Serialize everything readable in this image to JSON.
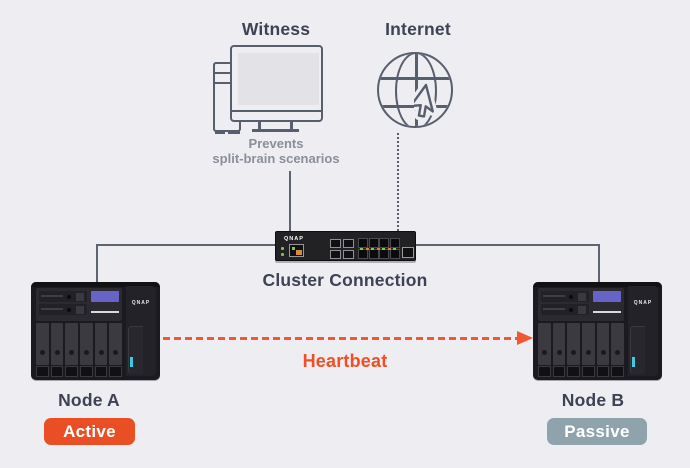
{
  "diagram": {
    "witness": {
      "label": "Witness",
      "caption_line1": "Prevents",
      "caption_line2": "split-brain scenarios"
    },
    "internet": {
      "label": "Internet"
    },
    "cluster": {
      "label": "Cluster Connection",
      "switch_brand": "QNAP"
    },
    "heartbeat": {
      "label": "Heartbeat"
    },
    "node_a": {
      "label": "Node A",
      "status": "Active",
      "device_brand": "QNAP"
    },
    "node_b": {
      "label": "Node B",
      "status": "Passive",
      "device_brand": "QNAP"
    },
    "colors": {
      "background": "#EDEDF2",
      "text_dark": "#3D4354",
      "text_muted": "#8B8F9A",
      "line": "#5C6372",
      "stroke": "#575E6D",
      "accent_orange": "#E94E24",
      "heartbeat_orange": "#F0582F",
      "passive_gray": "#8FA3AD",
      "lcd_purple": "#6764C8",
      "led_cyan": "#3BCBDC",
      "led_green": "#7FC850",
      "led_amber": "#E07B39"
    }
  }
}
